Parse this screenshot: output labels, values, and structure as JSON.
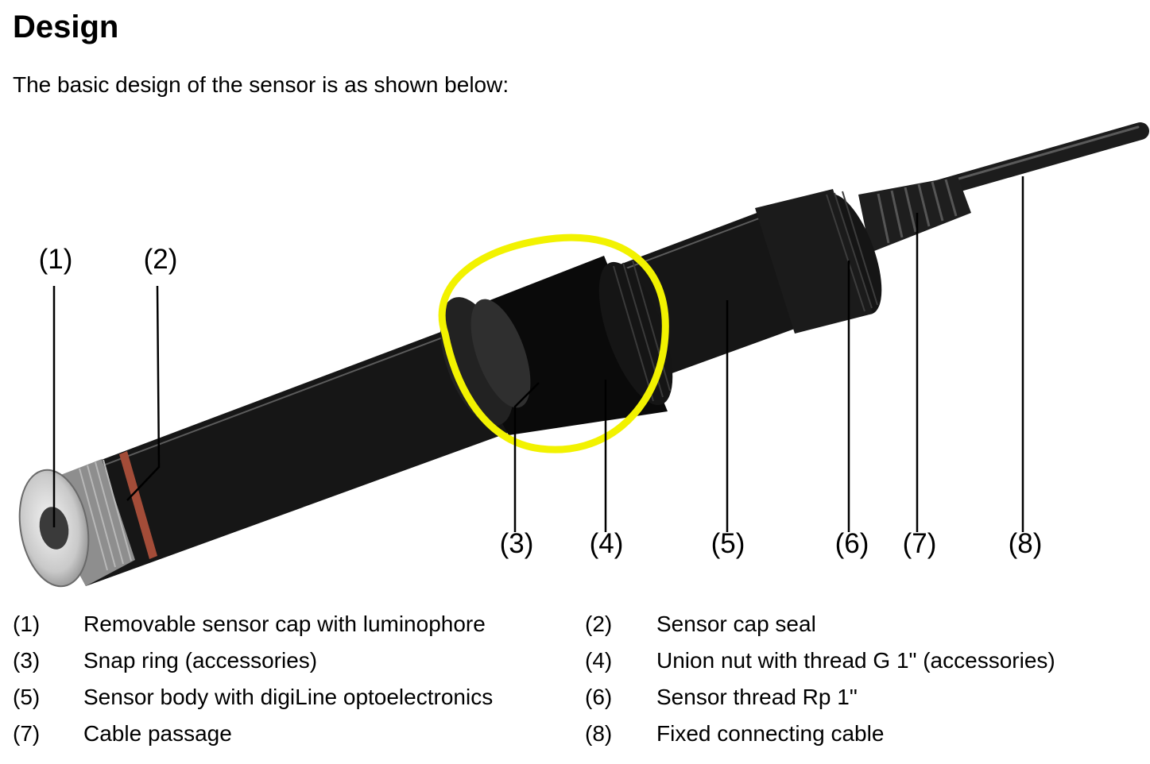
{
  "title": "Design",
  "intro": "The basic design of the sensor is as shown below:",
  "callouts": [
    {
      "id": "1",
      "label": "(1)"
    },
    {
      "id": "2",
      "label": "(2)"
    },
    {
      "id": "3",
      "label": "(3)"
    },
    {
      "id": "4",
      "label": "(4)"
    },
    {
      "id": "5",
      "label": "(5)"
    },
    {
      "id": "6",
      "label": "(6)"
    },
    {
      "id": "7",
      "label": "(7)"
    },
    {
      "id": "8",
      "label": "(8)"
    }
  ],
  "legend": [
    {
      "num": "(1)",
      "text": "Removable sensor cap with luminophore"
    },
    {
      "num": "(2)",
      "text": "Sensor cap seal"
    },
    {
      "num": "(3)",
      "text": "Snap ring (accessories)"
    },
    {
      "num": "(4)",
      "text": "Union nut with thread G 1\" (accessories)"
    },
    {
      "num": "(5)",
      "text": "Sensor body with digiLine optoelectronics"
    },
    {
      "num": "(6)",
      "text": "Sensor thread Rp 1\""
    },
    {
      "num": "(7)",
      "text": "Cable passage"
    },
    {
      "num": "(8)",
      "text": "Fixed connecting cable"
    }
  ],
  "colors": {
    "sensor_body": "#3a3a3a",
    "highlight_circle": "#f2f200",
    "seal": "#b0503a"
  }
}
